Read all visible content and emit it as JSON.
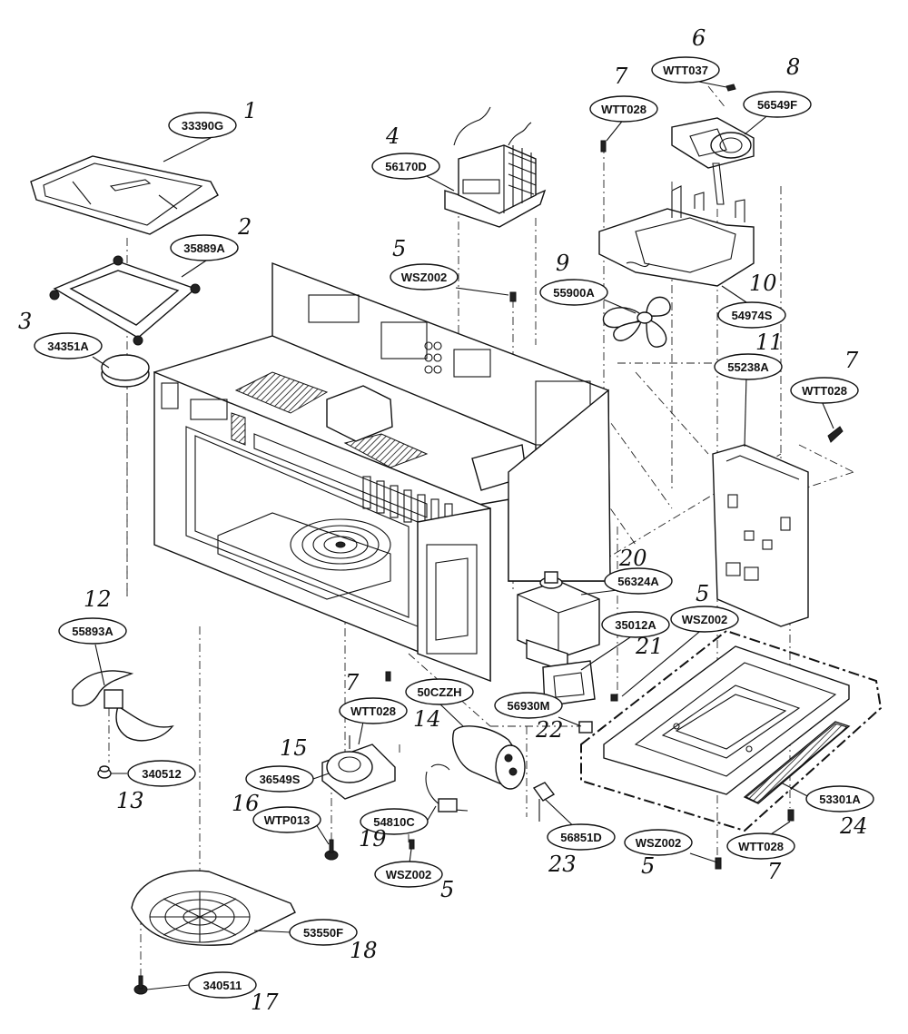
{
  "diagram": {
    "parts": [
      {
        "ref": "1",
        "code": "33390G"
      },
      {
        "ref": "2",
        "code": "35889A"
      },
      {
        "ref": "3",
        "code": "34351A"
      },
      {
        "ref": "4",
        "code": "56170D"
      },
      {
        "ref": "5",
        "code": "WSZ002"
      },
      {
        "ref": "6",
        "code": "WTT037"
      },
      {
        "ref": "7",
        "code": "WTT028"
      },
      {
        "ref": "8",
        "code": "56549F"
      },
      {
        "ref": "9",
        "code": "55900A"
      },
      {
        "ref": "10",
        "code": "54974S"
      },
      {
        "ref": "11",
        "code": "55238A"
      },
      {
        "ref": "12",
        "code": "55893A"
      },
      {
        "ref": "13",
        "code": "340512"
      },
      {
        "ref": "14",
        "code": "50CZZH"
      },
      {
        "ref": "15",
        "code": "36549S"
      },
      {
        "ref": "16",
        "code": "WTP013"
      },
      {
        "ref": "17",
        "code": "340511"
      },
      {
        "ref": "18",
        "code": "53550F"
      },
      {
        "ref": "19",
        "code": "54810C"
      },
      {
        "ref": "20",
        "code": "56324A"
      },
      {
        "ref": "21",
        "code": "35012A"
      },
      {
        "ref": "22",
        "code": "56930M"
      },
      {
        "ref": "23",
        "code": "56851D"
      },
      {
        "ref": "24",
        "code": "53301A"
      }
    ]
  }
}
